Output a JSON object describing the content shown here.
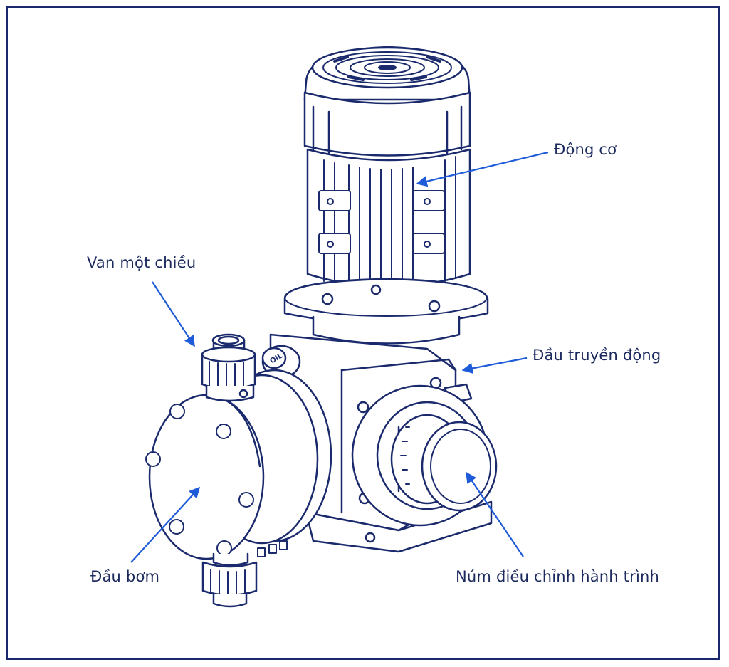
{
  "labels": {
    "motor": "Động cơ",
    "check_valve": "Van một chiều",
    "drive_head": "Đầu truyền động",
    "pump_head": "Đầu bơm",
    "stroke_knob": "Núm điều chỉnh hành trình"
  },
  "oil_cap_text": "OIL",
  "colors": {
    "line": "#1a2a6c",
    "arrow": "#1e5bd8",
    "text": "#1c2a5e",
    "frame": "#1a2a6c"
  }
}
